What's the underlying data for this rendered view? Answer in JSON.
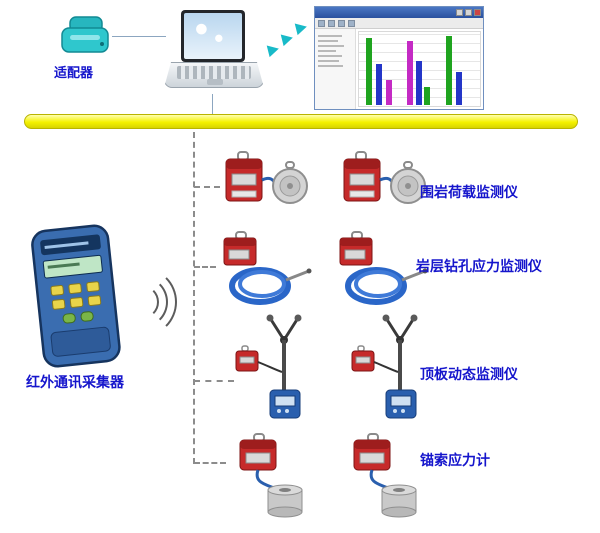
{
  "labels": {
    "adapter": "适配器",
    "collector": "红外通讯采集器",
    "rows": [
      "围岩荷载监测仪",
      "岩层钻孔应力监测仪",
      "顶板动态监测仪",
      "锚索应力计"
    ]
  },
  "colors": {
    "label_blue": "#1515cc",
    "bus_yellow": "#f5f200",
    "device_red": "#c62a2a",
    "device_blue": "#2a5fae",
    "adapter_cyan": "#2fc7cd"
  },
  "chart_data": {
    "type": "bar",
    "title": "",
    "xlabel": "",
    "ylabel": "",
    "grid": true,
    "legend": false,
    "bars": [
      {
        "x": 6,
        "h": 90,
        "color": "#1fa41f"
      },
      {
        "x": 14,
        "h": 56,
        "color": "#2436c8"
      },
      {
        "x": 22,
        "h": 34,
        "color": "#c42ac4"
      },
      {
        "x": 40,
        "h": 86,
        "color": "#c42ac4"
      },
      {
        "x": 47,
        "h": 60,
        "color": "#2436c8"
      },
      {
        "x": 54,
        "h": 24,
        "color": "#1fa41f"
      },
      {
        "x": 72,
        "h": 93,
        "color": "#1fa41f"
      },
      {
        "x": 80,
        "h": 44,
        "color": "#2436c8"
      }
    ]
  }
}
